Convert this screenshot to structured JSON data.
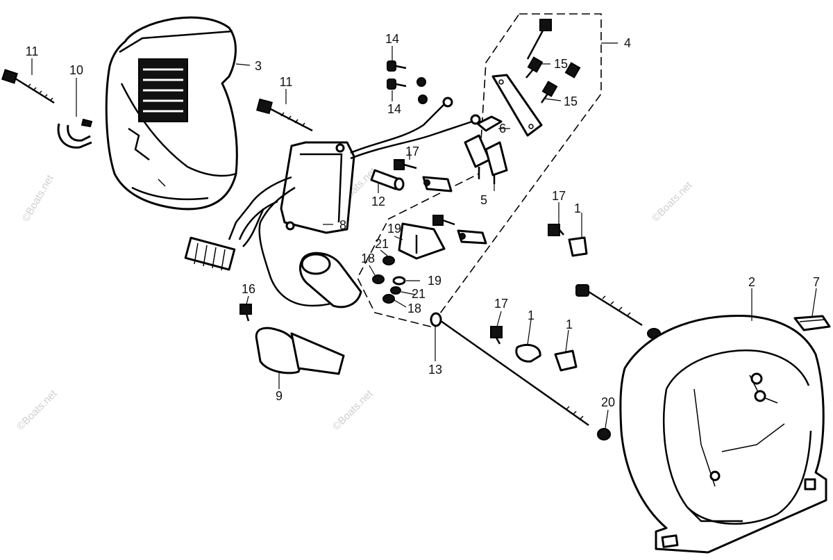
{
  "watermark": {
    "text": "©Boats.net"
  },
  "callouts": [
    {
      "id": "c1a",
      "label": "1"
    },
    {
      "id": "c1b",
      "label": "1"
    },
    {
      "id": "c1c",
      "label": "1"
    },
    {
      "id": "c2",
      "label": "2"
    },
    {
      "id": "c3",
      "label": "3"
    },
    {
      "id": "c4",
      "label": "4"
    },
    {
      "id": "c5",
      "label": "5"
    },
    {
      "id": "c6",
      "label": "6"
    },
    {
      "id": "c7",
      "label": "7"
    },
    {
      "id": "c8",
      "label": "8"
    },
    {
      "id": "c9",
      "label": "9"
    },
    {
      "id": "c10",
      "label": "10"
    },
    {
      "id": "c11a",
      "label": "11"
    },
    {
      "id": "c11b",
      "label": "11"
    },
    {
      "id": "c12",
      "label": "12"
    },
    {
      "id": "c13",
      "label": "13"
    },
    {
      "id": "c14a",
      "label": "14"
    },
    {
      "id": "c14b",
      "label": "14"
    },
    {
      "id": "c15a",
      "label": "15"
    },
    {
      "id": "c15b",
      "label": "15"
    },
    {
      "id": "c16",
      "label": "16"
    },
    {
      "id": "c17a",
      "label": "17"
    },
    {
      "id": "c17b",
      "label": "17"
    },
    {
      "id": "c17c",
      "label": "17"
    },
    {
      "id": "c18a",
      "label": "18"
    },
    {
      "id": "c18b",
      "label": "18"
    },
    {
      "id": "c19a",
      "label": "19"
    },
    {
      "id": "c19b",
      "label": "19"
    },
    {
      "id": "c20",
      "label": "20"
    },
    {
      "id": "c21a",
      "label": "21"
    },
    {
      "id": "c21b",
      "label": "21"
    }
  ]
}
